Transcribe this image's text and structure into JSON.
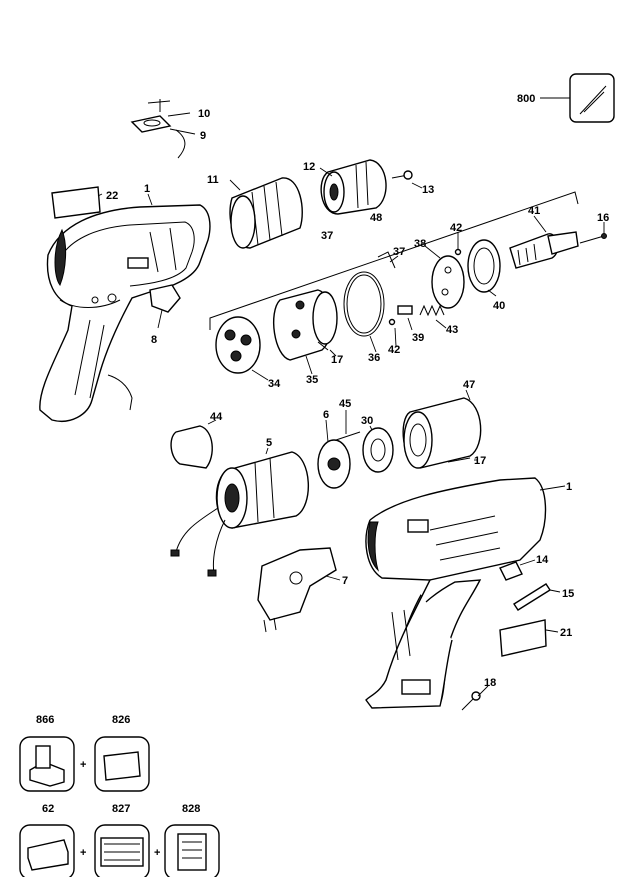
{
  "labels": {
    "p1a": "1",
    "p1b": "1",
    "p5": "5",
    "p6": "6",
    "p7": "7",
    "p8": "8",
    "p9": "9",
    "p10": "10",
    "p11": "11",
    "p12": "12",
    "p13": "13",
    "p14": "14",
    "p15": "15",
    "p16": "16",
    "p17a": "17",
    "p17b": "17",
    "p18": "18",
    "p21": "21",
    "p22": "22",
    "p30": "30",
    "p34": "34",
    "p35": "35",
    "p36": "36",
    "p37a": "37",
    "p37b": "37",
    "p38": "38",
    "p39": "39",
    "p40": "40",
    "p41": "41",
    "p42a": "42",
    "p42b": "42",
    "p43": "43",
    "p44": "44",
    "p45": "45",
    "p47": "47",
    "p48": "48",
    "p62": "62",
    "p800": "800",
    "p826": "826",
    "p827": "827",
    "p828": "828",
    "p866": "866"
  },
  "accessories": {
    "plus1": "+",
    "plus2": "+",
    "plus3": "+"
  }
}
